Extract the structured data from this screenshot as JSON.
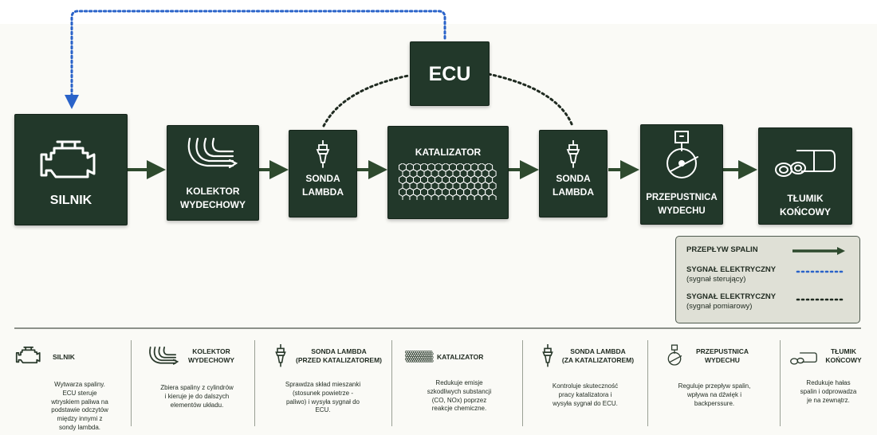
{
  "diagram": {
    "ecu": {
      "label": "ECU"
    },
    "nodes": {
      "silnik": {
        "label": "SILNIK",
        "icon": "engine-icon"
      },
      "kolektor": {
        "label_line1": "KOLEKTOR",
        "label_line2": "WYDECHOWY",
        "icon": "exhaust-manifold-icon"
      },
      "sonda1": {
        "label_line1": "SONDA",
        "label_line2": "LAMBDA",
        "icon": "lambda-sensor-icon"
      },
      "katalizator": {
        "label": "KATALIZATOR",
        "icon": "honeycomb-icon"
      },
      "sonda2": {
        "label_line1": "SONDA",
        "label_line2": "LAMBDA",
        "icon": "lambda-sensor-icon"
      },
      "przepustnica": {
        "label_line1": "PRZEPUSTNICA",
        "label_line2": "WYDECHU",
        "icon": "throttle-valve-icon"
      },
      "tlumik": {
        "label_line1": "TŁUMIK",
        "label_line2": "KOŃCOWY",
        "icon": "muffler-icon"
      }
    },
    "colors": {
      "box": "#22382a",
      "flow_arrow": "#2e4a2e",
      "control_signal": "#2a63c9",
      "measurement_signal": "#1f2a20"
    }
  },
  "legend": {
    "flow": {
      "label": "PRZEPŁYW SPALIN"
    },
    "control": {
      "label": "SYGNAŁ ELEKTRYCZNY",
      "sub": "(sygnał sterujący)"
    },
    "measure": {
      "label": "SYGNAŁ ELEKTRYCZNY",
      "sub": "(sygnał pomiarowy)"
    }
  },
  "descriptions": [
    {
      "title_line1": "SILNIK",
      "title_line2": "",
      "text_lines": [
        "Wytwarza spaliny.",
        "ECU steruje",
        "wtryskiem paliwa na",
        "podstawie odczytów",
        "między innymi z",
        "sondy lambda."
      ]
    },
    {
      "title_line1": "KOLEKTOR",
      "title_line2": "WYDECHOWY",
      "text_lines": [
        "Zbiera spaliny z cylindrów",
        "i kieruje je do dalszych",
        "elementów układu."
      ]
    },
    {
      "title_line1": "SONDA LAMBDA",
      "title_line2": "(PRZED KATALIZATOREM)",
      "text_lines": [
        "Sprawdza skład mieszanki",
        "(stosunek powietrze -",
        "paliwo) i wysyła sygnał do",
        "ECU."
      ]
    },
    {
      "title_line1": "KATALIZATOR",
      "title_line2": "",
      "text_lines": [
        "Redukuje emisje",
        "szkodliwych substancji",
        "(CO, NOx) poprzez",
        "reakcje chemiczne."
      ]
    },
    {
      "title_line1": "SONDA LAMBDA",
      "title_line2": "(ZA KATALIZATOREM)",
      "text_lines": [
        "Kontroluje skuteczność",
        "pracy katalizatora i",
        "wysyła sygnał do ECU."
      ]
    },
    {
      "title_line1": "PRZEPUSTNICA",
      "title_line2": "WYDECHU",
      "text_lines": [
        "Reguluje przepływ spalin,",
        "wpływa na dźwięk i",
        "backperssure."
      ]
    },
    {
      "title_line1": "TŁUMIK",
      "title_line2": "KOŃCOWY",
      "text_lines": [
        "Redukuje hałas",
        "spalin i odprowadza",
        "je na zewnątrz."
      ]
    }
  ]
}
